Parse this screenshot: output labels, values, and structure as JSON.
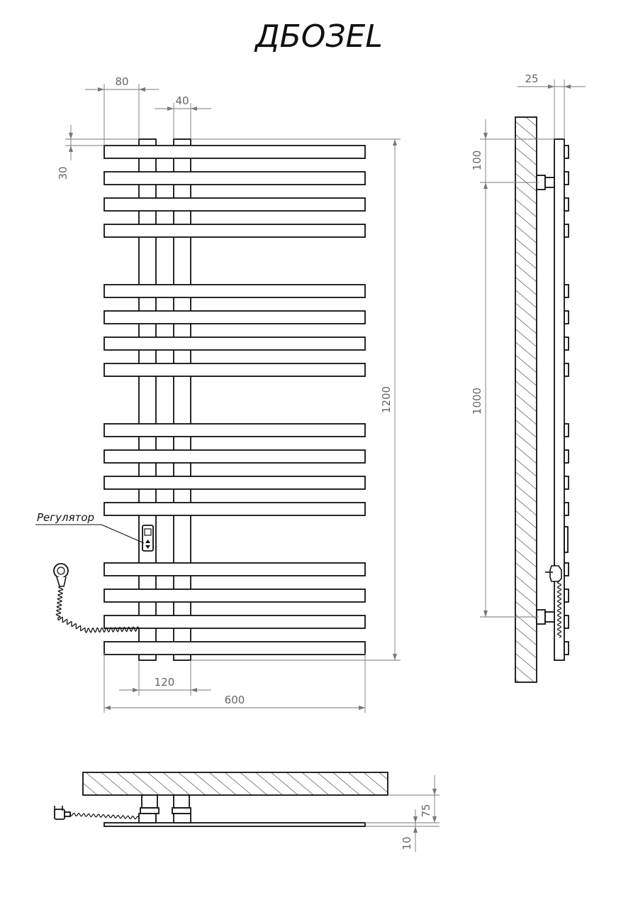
{
  "title": "ДБОЗЕL",
  "front_view": {
    "dimensions": {
      "top_width": "80",
      "collector_width": "40",
      "top_offset": "30",
      "total_height": "1200",
      "axis_distance": "120",
      "total_width": "600"
    },
    "regulator_label": "Регулятор",
    "bar_groups": 4,
    "bars_per_group": 4
  },
  "side_view": {
    "dimensions": {
      "depth": "25",
      "top_to_mount": "100",
      "mount_distance": "1000"
    }
  },
  "bottom_view": {
    "dimensions": {
      "wall_distance": "75",
      "bar_thickness": "10"
    }
  },
  "colors": {
    "line": "#111111",
    "dimension": "#777777",
    "hatch": "#333333"
  }
}
